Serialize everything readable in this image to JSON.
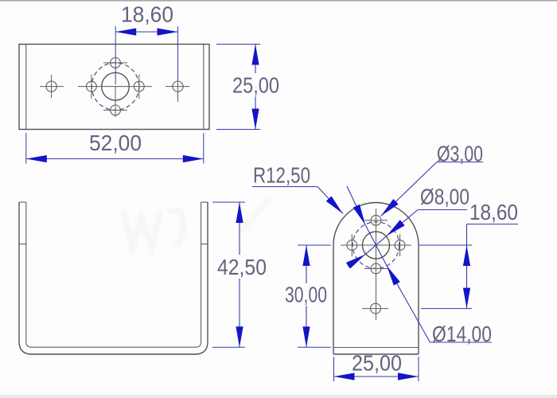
{
  "drawing": {
    "title": "bracket-three-view-technical-drawing",
    "background": "#fdfdfd",
    "colors": {
      "outline": "#525252",
      "outline2": "#5e5e5e",
      "centerline": "#5d5d5d",
      "dimension": "#3a3aac",
      "arrow": "#1414c8",
      "dashed": "#4c4c80",
      "text": "#63637e"
    },
    "views": {
      "top": {
        "name": "top-view",
        "dims": {
          "hole_spacing": "18,60",
          "depth": "25,00",
          "width": "52,00"
        }
      },
      "front": {
        "name": "front-view",
        "dims": {
          "height": "42,50"
        }
      },
      "side": {
        "name": "side-view",
        "dims": {
          "corner_radius": "R12,50",
          "small_hole_dia": "Ø3,00",
          "center_hole_dia": "Ø8,00",
          "lower_hole_offset": "18,60",
          "center_height": "30,00",
          "bolt_circle_dia": "Ø14,00",
          "width": "25,00"
        }
      }
    }
  }
}
